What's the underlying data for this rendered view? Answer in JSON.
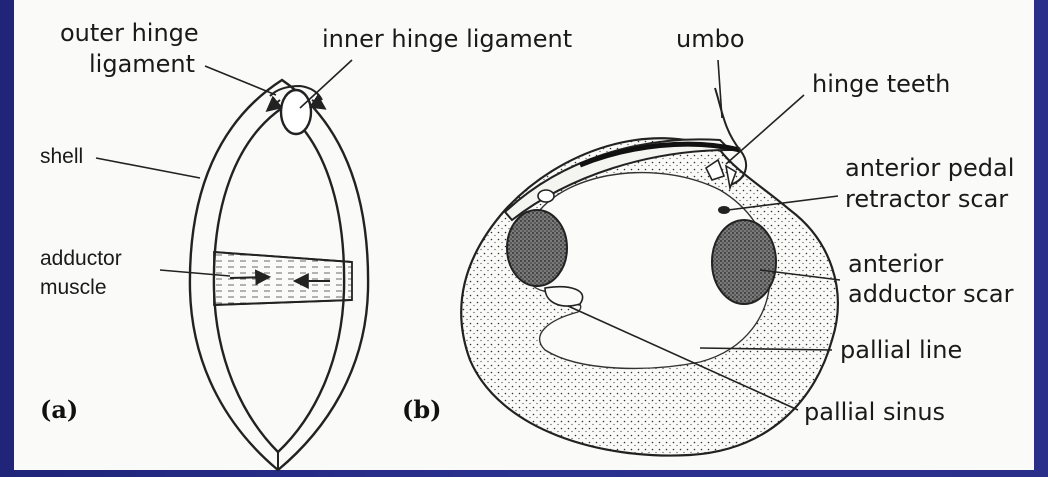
{
  "diagram_a": {
    "panel_label": "(a)",
    "labels": {
      "outer_hinge_ligament_line1": "outer hinge",
      "outer_hinge_ligament_line2": "ligament",
      "inner_hinge_ligament": "inner hinge ligament",
      "shell": "shell",
      "adductor_muscle_line1": "adductor",
      "adductor_muscle_line2": "muscle"
    }
  },
  "diagram_b": {
    "panel_label": "(b)",
    "labels": {
      "umbo": "umbo",
      "hinge_teeth": "hinge teeth",
      "anterior_pedal_line1": "anterior pedal",
      "anterior_pedal_line2": "retractor scar",
      "anterior_adductor_line1": "anterior",
      "anterior_adductor_line2": "adductor scar",
      "pallial_line": "pallial line",
      "pallial_sinus": "pallial sinus"
    }
  },
  "colors": {
    "frame": "#2a2e8c",
    "panel": "#fafaf8",
    "ink": "#1a1a1a"
  }
}
